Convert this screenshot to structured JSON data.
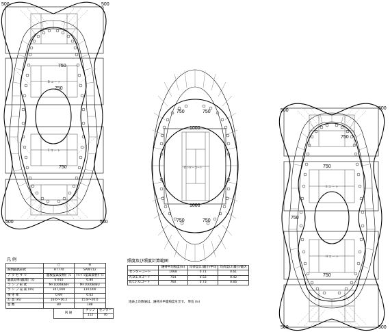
{
  "contour_labels": {
    "left_top_750": "750",
    "left_mid_750": "750",
    "left_low_750": "750",
    "left_500_tl": "500",
    "left_500_tr": "500",
    "left_500_bl": "500",
    "left_500_br": "500",
    "center_750_l": "750",
    "center_750_r": "750",
    "center_1000_top": "1000",
    "center_1000_bot": "1000",
    "center_750_bl": "750",
    "center_750_br": "750",
    "right_500_tl": "500",
    "right_500_tr": "500",
    "right_500_bl": "500",
    "right_500_br": "500",
    "right_750_a": "750",
    "right_750_b": "750",
    "right_750_c": "750",
    "right_750_d": "750"
  },
  "court_labels": {
    "center_court": "センターコート",
    "court_b": "B コ ー ト",
    "court_f": "F コ ー ト",
    "court_e": "E コ ー ト",
    "court_h": "H コ ー ト"
  },
  "legend": {
    "title": "凡  例",
    "col_a": "○",
    "col_b": "⊖",
    "rows": [
      {
        "label": "照明器具形式",
        "a": "H7770",
        "b": "SAW712"
      },
      {
        "label": "ア ク セ サ リ",
        "a": "面板型高反射ｶﾞﾗｽ",
        "b": "ﾌｧﾝﾌﾞﾙ型高反射ｶﾞﾗｽ"
      },
      {
        "label": "器具効率(器具ｶﾞﾗｽ)",
        "a": "0.910",
        "b": "0.80"
      },
      {
        "label": "ラ ン プ 形 式",
        "a": "MF1000B/BH",
        "b": "MF1000B/BU"
      },
      {
        "label": "ラ ン プ 光 束 (lm)",
        "a": "107,000",
        "b": "110,000"
      },
      {
        "label": "保   守   率",
        "a": "0.69",
        "b": "0.62"
      },
      {
        "label": "灯   高 (m)",
        "a": "16.6～16.2",
        "b": "15.8～20.0"
      },
      {
        "label": "台     数",
        "a": "80",
        "b": "188"
      }
    ],
    "breakdown_label": "内  訳",
    "breakdown_headers": [
      "チップ",
      "センター"
    ],
    "breakdown_values": [
      "112",
      "76"
    ]
  },
  "calc": {
    "title": "照度及び照度計算範囲",
    "headers": [
      "",
      "維持平均照度(lx)",
      "均斉度(1)最小/平均",
      "均斉度(2)最小/最大"
    ],
    "rows": [
      [
        "センターコート",
        "1068",
        "0.71",
        "0.61"
      ],
      [
        "A,D,E,Hコート",
        "754",
        "0.52",
        "0.42"
      ],
      [
        "B,C,F,Gコート",
        "760",
        "0.73",
        "0.66"
      ]
    ]
  },
  "note": "地表上の数値は、維持水平面照度を示す。 単位 (lx)"
}
